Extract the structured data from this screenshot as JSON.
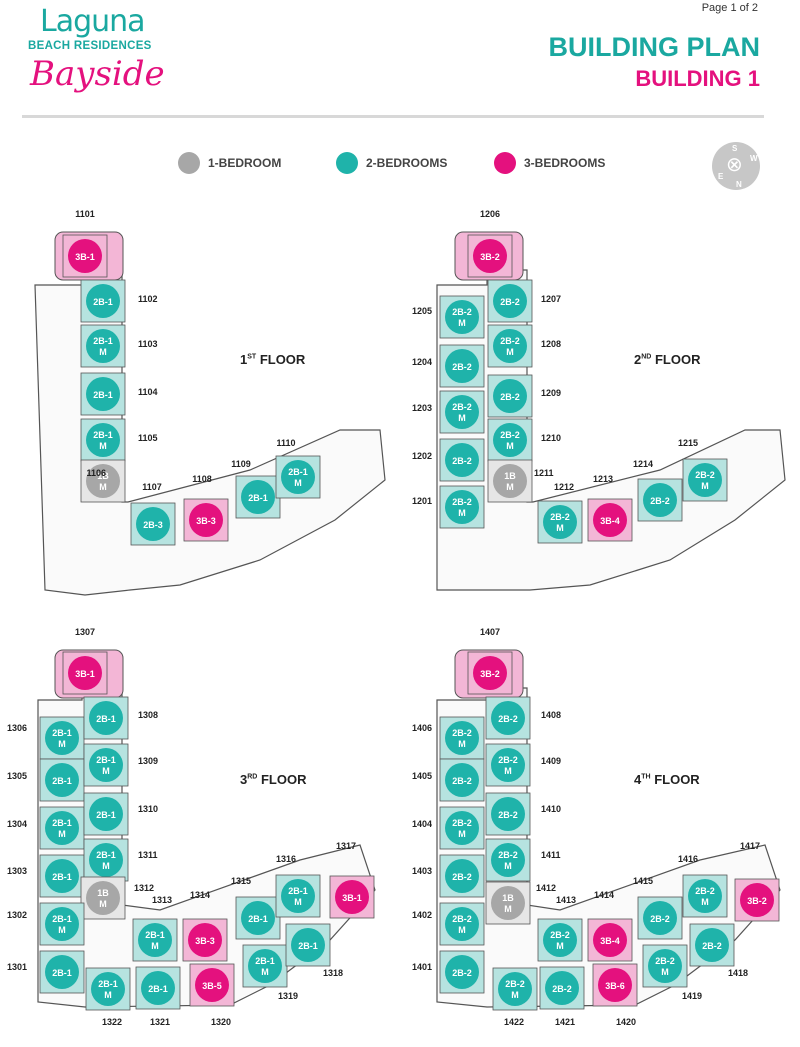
{
  "page": "Page 1 of 2",
  "logo": {
    "laguna": "Laguna",
    "beach": "BEACH RESIDENCES",
    "bayside": "Bayside"
  },
  "header": {
    "title": "BUILDING PLAN",
    "subtitle": "BUILDING 1"
  },
  "legend": [
    {
      "label": "1-BEDROOM",
      "color": "#a7a7a7"
    },
    {
      "label": "2-BEDROOMS",
      "color": "#1fb3aa"
    },
    {
      "label": "3-BEDROOMS",
      "color": "#e4117e"
    }
  ],
  "compass": {
    "letters": [
      "S",
      "W",
      "E",
      "N"
    ],
    "icon": "compass-icon"
  },
  "colors": {
    "teal_fill": "#b6e3e0",
    "teal": "#1fb3aa",
    "pink_fill": "#f3b6d6",
    "pink": "#e4117e",
    "grey": "#a7a7a7"
  },
  "floors": [
    {
      "label": "1",
      "suffix": "ST",
      "word": "FLOOR",
      "units": [
        {
          "id": "1101",
          "type": "3B-1",
          "c": "p"
        },
        {
          "id": "1102",
          "type": "2B-1",
          "c": "t"
        },
        {
          "id": "1103",
          "type": "2B-1 M",
          "c": "t"
        },
        {
          "id": "1104",
          "type": "2B-1",
          "c": "t"
        },
        {
          "id": "1105",
          "type": "2B-1 M",
          "c": "t"
        },
        {
          "id": "1106",
          "type": "1B M",
          "c": "g"
        },
        {
          "id": "1107",
          "type": "2B-3",
          "c": "t"
        },
        {
          "id": "1108",
          "type": "3B-3",
          "c": "p"
        },
        {
          "id": "1109",
          "type": "2B-1",
          "c": "t"
        },
        {
          "id": "1110",
          "type": "2B-1 M",
          "c": "t"
        }
      ]
    },
    {
      "label": "2",
      "suffix": "ND",
      "word": "FLOOR",
      "units": [
        {
          "id": "1206",
          "type": "3B-2",
          "c": "p"
        },
        {
          "id": "1207",
          "type": "2B-2",
          "c": "t"
        },
        {
          "id": "1205",
          "type": "2B-2 M",
          "c": "t"
        },
        {
          "id": "1208",
          "type": "2B-2 M",
          "c": "t"
        },
        {
          "id": "1204",
          "type": "2B-2",
          "c": "t"
        },
        {
          "id": "1209",
          "type": "2B-2",
          "c": "t"
        },
        {
          "id": "1203",
          "type": "2B-2 M",
          "c": "t"
        },
        {
          "id": "1210",
          "type": "2B-2 M",
          "c": "t"
        },
        {
          "id": "1202",
          "type": "2B-2",
          "c": "t"
        },
        {
          "id": "1211",
          "type": "1B M",
          "c": "g"
        },
        {
          "id": "1201",
          "type": "2B-2 M",
          "c": "t"
        },
        {
          "id": "1212",
          "type": "2B-2 M",
          "c": "t"
        },
        {
          "id": "1213",
          "type": "3B-4",
          "c": "p"
        },
        {
          "id": "1214",
          "type": "2B-2",
          "c": "t"
        },
        {
          "id": "1215",
          "type": "2B-2 M",
          "c": "t"
        }
      ]
    },
    {
      "label": "3",
      "suffix": "RD",
      "word": "FLOOR",
      "units": [
        {
          "id": "1307",
          "type": "3B-1",
          "c": "p"
        },
        {
          "id": "1306",
          "type": "2B-1 M",
          "c": "t"
        },
        {
          "id": "1308",
          "type": "2B-1",
          "c": "t"
        },
        {
          "id": "1305",
          "type": "2B-1",
          "c": "t"
        },
        {
          "id": "1309",
          "type": "2B-1 M",
          "c": "t"
        },
        {
          "id": "1304",
          "type": "2B-1 M",
          "c": "t"
        },
        {
          "id": "1310",
          "type": "2B-1",
          "c": "t"
        },
        {
          "id": "1303",
          "type": "2B-1",
          "c": "t"
        },
        {
          "id": "1311",
          "type": "2B-1 M",
          "c": "t"
        },
        {
          "id": "1312",
          "type": "1B M",
          "c": "g"
        },
        {
          "id": "1302",
          "type": "2B-1 M",
          "c": "t"
        },
        {
          "id": "1313",
          "type": "2B-1 M",
          "c": "t"
        },
        {
          "id": "1314",
          "type": "3B-3",
          "c": "p"
        },
        {
          "id": "1315",
          "type": "2B-1",
          "c": "t"
        },
        {
          "id": "1316",
          "type": "2B-1 M",
          "c": "t"
        },
        {
          "id": "1317",
          "type": "3B-1",
          "c": "p"
        },
        {
          "id": "1301",
          "type": "2B-1",
          "c": "t"
        },
        {
          "id": "1322",
          "type": "2B-1 M",
          "c": "t"
        },
        {
          "id": "1321",
          "type": "2B-1",
          "c": "t"
        },
        {
          "id": "1320",
          "type": "3B-5",
          "c": "p"
        },
        {
          "id": "1319",
          "type": "2B-1 M",
          "c": "t"
        },
        {
          "id": "1318",
          "type": "2B-1",
          "c": "t"
        }
      ]
    },
    {
      "label": "4",
      "suffix": "TH",
      "word": "FLOOR",
      "units": [
        {
          "id": "1407",
          "type": "3B-2",
          "c": "p"
        },
        {
          "id": "1406",
          "type": "2B-2 M",
          "c": "t"
        },
        {
          "id": "1408",
          "type": "2B-2",
          "c": "t"
        },
        {
          "id": "1405",
          "type": "2B-2",
          "c": "t"
        },
        {
          "id": "1409",
          "type": "2B-2 M",
          "c": "t"
        },
        {
          "id": "1404",
          "type": "2B-2 M",
          "c": "t"
        },
        {
          "id": "1410",
          "type": "2B-2",
          "c": "t"
        },
        {
          "id": "1403",
          "type": "2B-2",
          "c": "t"
        },
        {
          "id": "1411",
          "type": "2B-2 M",
          "c": "t"
        },
        {
          "id": "1412",
          "type": "1B M",
          "c": "g"
        },
        {
          "id": "1402",
          "type": "2B-2 M",
          "c": "t"
        },
        {
          "id": "1413",
          "type": "2B-2 M",
          "c": "t"
        },
        {
          "id": "1414",
          "type": "3B-4",
          "c": "p"
        },
        {
          "id": "1415",
          "type": "2B-2",
          "c": "t"
        },
        {
          "id": "1416",
          "type": "2B-2 M",
          "c": "t"
        },
        {
          "id": "1417",
          "type": "3B-2",
          "c": "p"
        },
        {
          "id": "1401",
          "type": "2B-2",
          "c": "t"
        },
        {
          "id": "1422",
          "type": "2B-2 M",
          "c": "t"
        },
        {
          "id": "1421",
          "type": "2B-2",
          "c": "t"
        },
        {
          "id": "1420",
          "type": "3B-6",
          "c": "p"
        },
        {
          "id": "1419",
          "type": "2B-2 M",
          "c": "t"
        },
        {
          "id": "1418",
          "type": "2B-2",
          "c": "t"
        }
      ]
    }
  ]
}
